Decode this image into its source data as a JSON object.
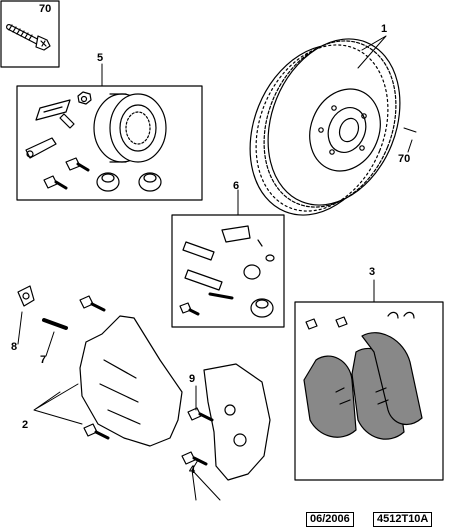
{
  "callouts": {
    "c70_top": "70",
    "c1": "1",
    "c70_disc": "70",
    "c5": "5",
    "c6": "6",
    "c3": "3",
    "c8": "8",
    "c7": "7",
    "c9": "9",
    "c2": "2",
    "c4": "4"
  },
  "footer": {
    "date": "06/2006",
    "ref": "4512T10A"
  },
  "colors": {
    "line": "#000000",
    "pad_fill": "#888888",
    "part_fill": "#ffffff"
  }
}
